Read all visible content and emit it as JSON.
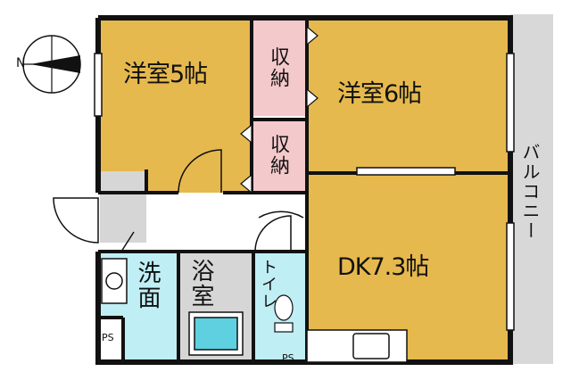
{
  "rooms": {
    "western_room_1": "洋室5帖",
    "western_room_2": "洋室6帖",
    "storage_1": "収納",
    "storage_2": "収納",
    "dk": "DK7.3帖",
    "washroom": "洗面",
    "bathroom": "浴室",
    "toilet": "トイレ",
    "balcony": "バルコニー",
    "ps_left": "PS",
    "ps_right": "PS"
  },
  "compass": {
    "north_label": "N"
  },
  "colors": {
    "room_fill": "#e6b94e",
    "storage_fill": "#f4c9cc",
    "wet_fill": "#bfeef4",
    "bath_fill": "#d6d6d6",
    "balcony_fill": "#d8d8d8",
    "wall": "#111111"
  }
}
